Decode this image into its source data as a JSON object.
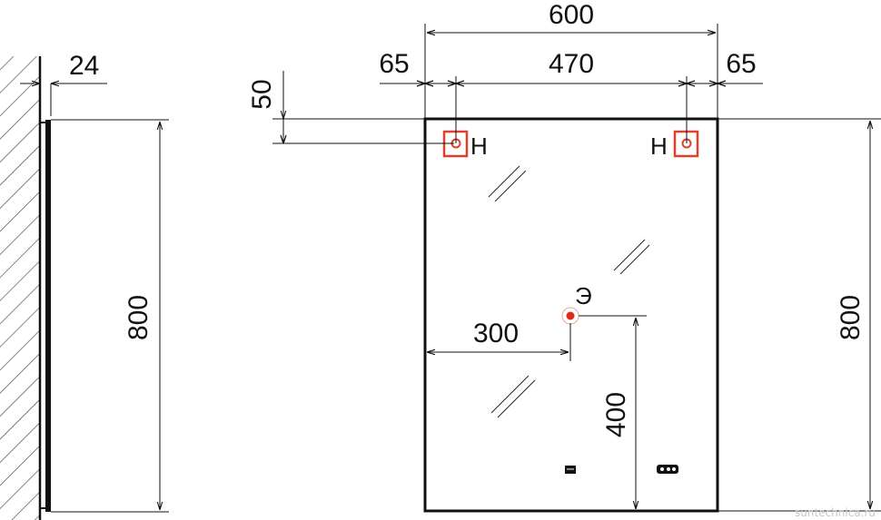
{
  "dimensions": {
    "wall_offset": "24",
    "total_width": "600",
    "left_margin": "65",
    "mount_spacing": "470",
    "right_margin": "65",
    "top_offset": "50",
    "height_side": "800",
    "height_front": "800",
    "socket_x": "300",
    "socket_y": "400"
  },
  "labels": {
    "mount_left": "Н",
    "mount_right": "Н",
    "socket": "Э"
  },
  "watermark": "suntechnica.ru",
  "colors": {
    "line": "#111111",
    "mount_marker": "#e0402a",
    "socket_point": "#e02a1a"
  },
  "icons": {
    "mount_marker": "square-with-hole-icon",
    "socket": "electrical-point-icon",
    "switch_left": "switch-icon",
    "switch_right": "switch-icon"
  }
}
